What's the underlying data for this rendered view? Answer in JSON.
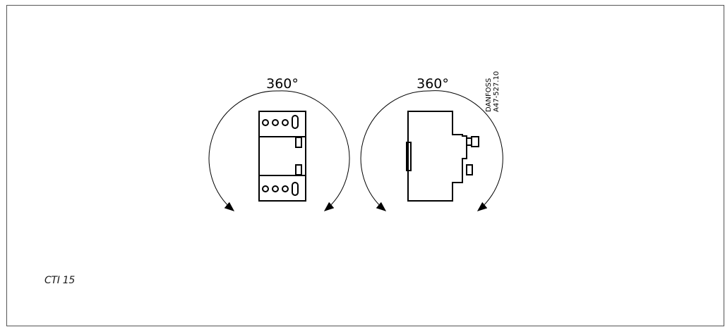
{
  "figure": {
    "left_view": {
      "rotation_label": "360°"
    },
    "right_view": {
      "rotation_label": "360°"
    },
    "reference": {
      "brand": "DANFOSS",
      "code": "A47-527.10"
    },
    "caption": "CTI 15"
  }
}
